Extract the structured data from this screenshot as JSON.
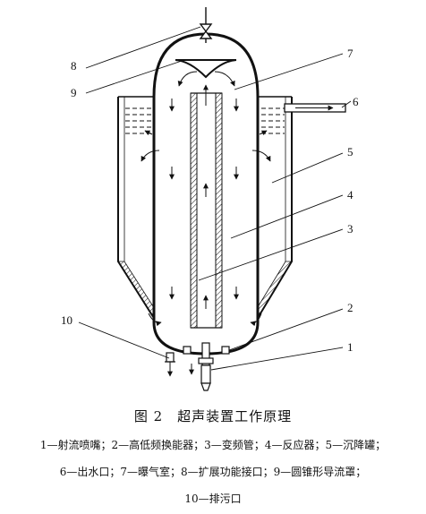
{
  "figure": {
    "caption": "图 2　超声装置工作原理",
    "callouts": [
      "1",
      "2",
      "3",
      "4",
      "5",
      "6",
      "7",
      "8",
      "9",
      "10"
    ],
    "legend_lines": [
      "1—射流喷嘴；2—高低频换能器；3—变频管；4—反应器；5—沉降罐；",
      "6—出水口；7—曝气室；8—扩展功能接口；9—圆锥形导流罩；",
      "10—排污口"
    ]
  }
}
